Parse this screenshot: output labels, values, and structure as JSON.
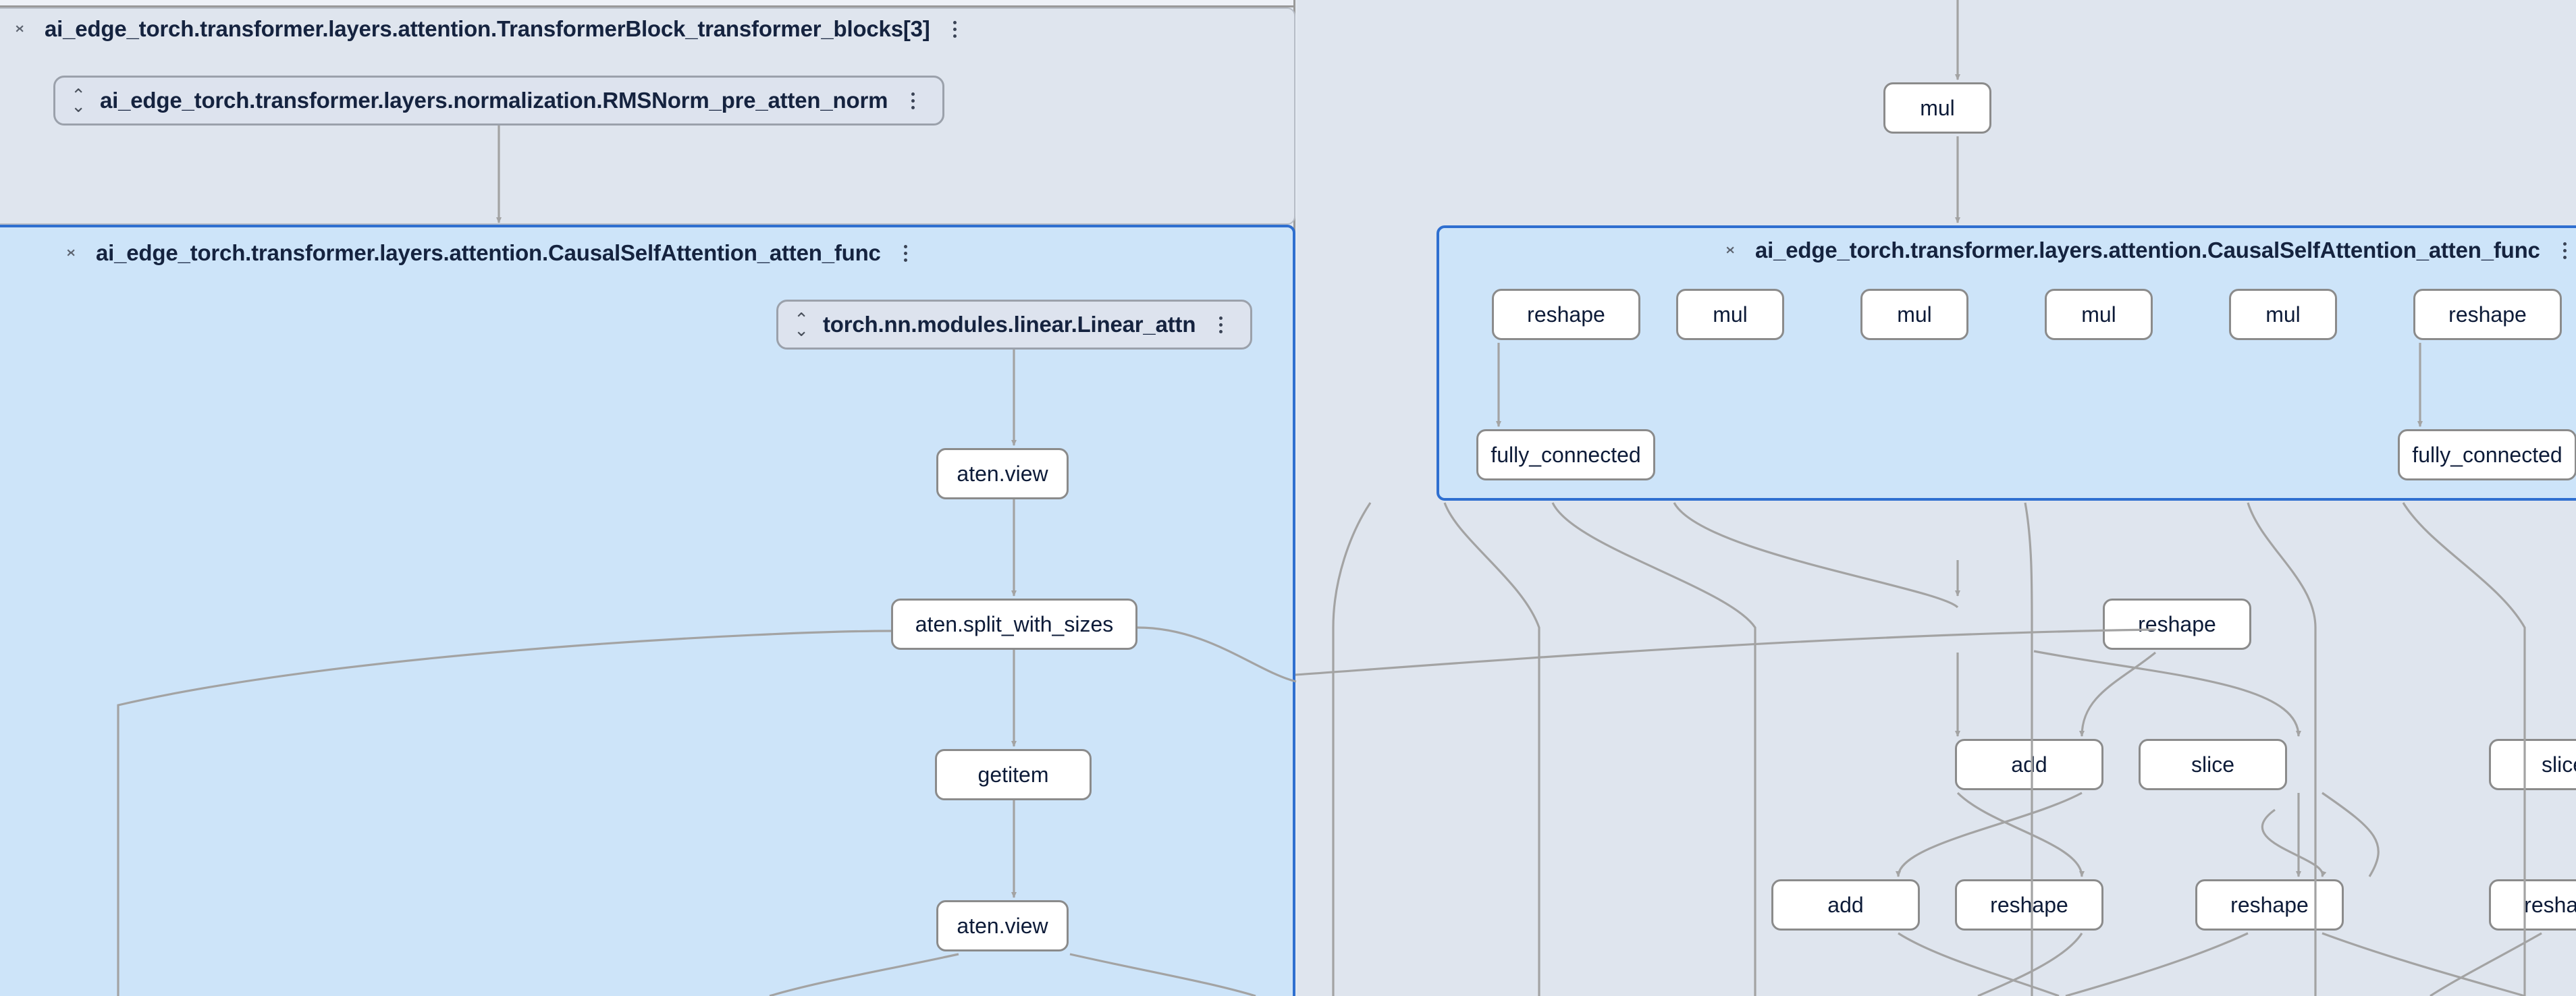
{
  "theme": {
    "canvas_bg": "#e2e8f0",
    "group_bg": "#dfe5ee",
    "selected_group_bg": "#cde4f9",
    "selected_group_border": "#2f6fd0",
    "node_bg": "#ffffff",
    "node_border": "#8b8b8b",
    "edge_color": "#a3a3a3",
    "text_color": "#15233f"
  },
  "left_panel": {
    "transformer_block_group": {
      "label": "ai_edge_torch.transformer.layers.attention.TransformerBlock_transformer_blocks[3]",
      "expand_icon": "collapse-vertical-icon",
      "menu_icon": "kebab-menu-icon"
    },
    "rmsnorm_node": {
      "label": "ai_edge_torch.transformer.layers.normalization.RMSNorm_pre_atten_norm",
      "expand_icon": "expand-vertical-icon",
      "menu_icon": "kebab-menu-icon"
    },
    "attention_group": {
      "label": "ai_edge_torch.transformer.layers.attention.CausalSelfAttention_atten_func",
      "expand_icon": "collapse-vertical-icon",
      "menu_icon": "kebab-menu-icon"
    },
    "linear_node": {
      "label": "torch.nn.modules.linear.Linear_attn",
      "expand_icon": "expand-vertical-icon",
      "menu_icon": "kebab-menu-icon"
    },
    "op_nodes": [
      {
        "label": "aten.view"
      },
      {
        "label": "aten.split_with_sizes"
      },
      {
        "label": "getitem"
      },
      {
        "label": "aten.view"
      }
    ]
  },
  "right_panel": {
    "top_node": {
      "label": "mul"
    },
    "attention_group": {
      "label": "ai_edge_torch.transformer.layers.attention.CausalSelfAttention_atten_func",
      "expand_icon": "collapse-vertical-icon",
      "menu_icon": "kebab-menu-icon"
    },
    "attention_row": [
      {
        "label": "reshape"
      },
      {
        "label": "mul"
      },
      {
        "label": "mul"
      },
      {
        "label": "mul"
      },
      {
        "label": "mul"
      },
      {
        "label": "reshape"
      }
    ],
    "fc_row": [
      {
        "label": "fully_connected"
      },
      {
        "label": "fully_connected"
      }
    ],
    "below_rows": [
      {
        "label": "reshape"
      },
      {
        "label": "add"
      },
      {
        "label": "slice"
      },
      {
        "label": "slice"
      },
      {
        "label": "add"
      },
      {
        "label": "reshape"
      },
      {
        "label": "reshape"
      },
      {
        "label": "reshape"
      }
    ]
  },
  "icons": {
    "collapse_vertical": "collapse-vertical-icon",
    "expand_vertical": "expand-vertical-icon",
    "kebab_menu": "kebab-menu-icon"
  }
}
